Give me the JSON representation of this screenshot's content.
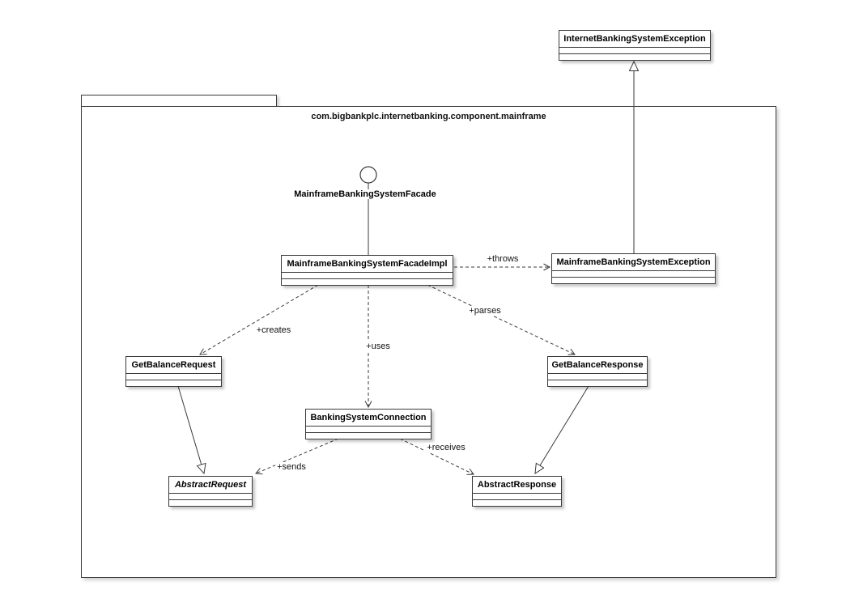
{
  "package": {
    "name": "com.bigbankplc.internetbanking.component.mainframe"
  },
  "interface": {
    "label": "MainframeBankingSystemFacade"
  },
  "classes": {
    "internetBankingSystemException": {
      "name": "InternetBankingSystemException"
    },
    "mainframeBankingSystemFacadeImpl": {
      "name": "MainframeBankingSystemFacadeImpl"
    },
    "mainframeBankingSystemException": {
      "name": "MainframeBankingSystemException"
    },
    "getBalanceRequest": {
      "name": "GetBalanceRequest"
    },
    "getBalanceResponse": {
      "name": "GetBalanceResponse"
    },
    "bankingSystemConnection": {
      "name": "BankingSystemConnection"
    },
    "abstractRequest": {
      "name": "AbstractRequest"
    },
    "abstractResponse": {
      "name": "AbstractResponse"
    }
  },
  "relationships": {
    "throws": {
      "label": "+throws"
    },
    "creates": {
      "label": "+creates"
    },
    "uses": {
      "label": "+uses"
    },
    "parses": {
      "label": "+parses"
    },
    "sends": {
      "label": "+sends"
    },
    "receives": {
      "label": "+receives"
    }
  }
}
